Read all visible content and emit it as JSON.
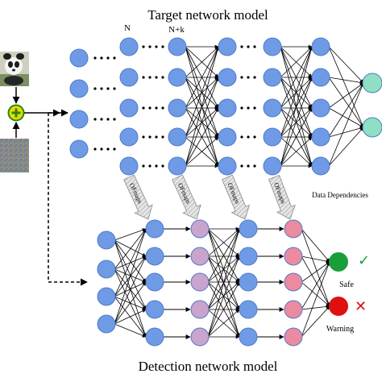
{
  "titles": {
    "target": "Target network model",
    "detection": "Detection network model"
  },
  "labels": {
    "n": "N",
    "n_plus_k": "N+k",
    "data_dependencies": "Data Dependencies",
    "ofmaps": "OFmaps",
    "safe": "Safe",
    "warning": "Warning",
    "check": "✓",
    "cross": "✕"
  },
  "colors": {
    "node_blue": "#6f9be6",
    "node_blue_stroke": "#4f7bc8",
    "node_purple": "#c9a4cc",
    "node_pink": "#ec8aa0",
    "node_teal": "#8fdfc4",
    "safe_green": "#1a9e3a",
    "warning_red": "#e01010",
    "adder_yellow": "#f5d400",
    "adder_green": "#1b8c1b",
    "arrow": "#000000",
    "hatch": "#bdbdbd"
  },
  "icons": {
    "panda": "panda-image-icon",
    "noise": "noise-image-icon",
    "adder": "adder-plus-icon",
    "check": "check-icon",
    "cross": "cross-icon"
  }
}
